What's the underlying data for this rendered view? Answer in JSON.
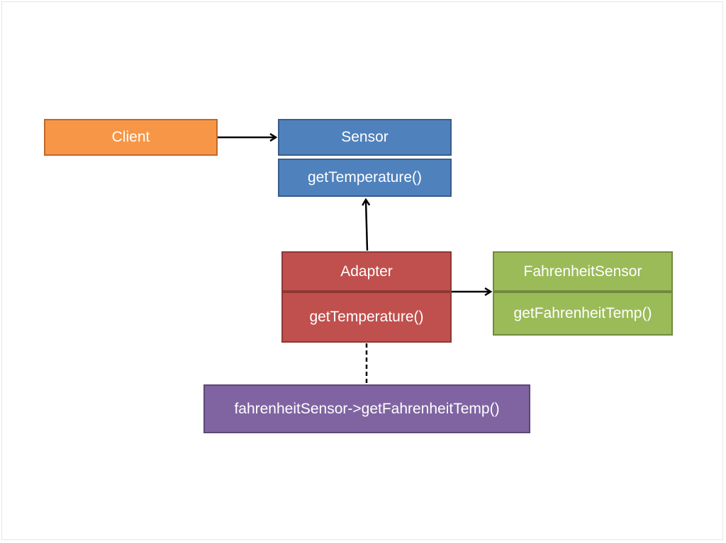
{
  "diagram": {
    "client": {
      "label": "Client",
      "color": "#f79646"
    },
    "sensor": {
      "name": "Sensor",
      "operation": "getTemperature()",
      "color": "#4f81bd"
    },
    "adapter": {
      "name": "Adapter",
      "operation": "getTemperature()",
      "color": "#c0504d"
    },
    "fahrenheit_sensor": {
      "name": "FahrenheitSensor",
      "operation": "getFahrenheitTemp()",
      "color": "#9bbb59"
    },
    "note": {
      "text": "fahrenheitSensor->getFahrenheitTemp()",
      "color": "#8064a2"
    },
    "connections": [
      {
        "from": "Client",
        "to": "Sensor",
        "style": "solid-arrow"
      },
      {
        "from": "Adapter",
        "to": "Sensor",
        "style": "solid-arrow"
      },
      {
        "from": "Adapter",
        "to": "FahrenheitSensor",
        "style": "solid-arrow"
      },
      {
        "from": "Adapter",
        "to": "note",
        "style": "dashed-line"
      }
    ]
  }
}
